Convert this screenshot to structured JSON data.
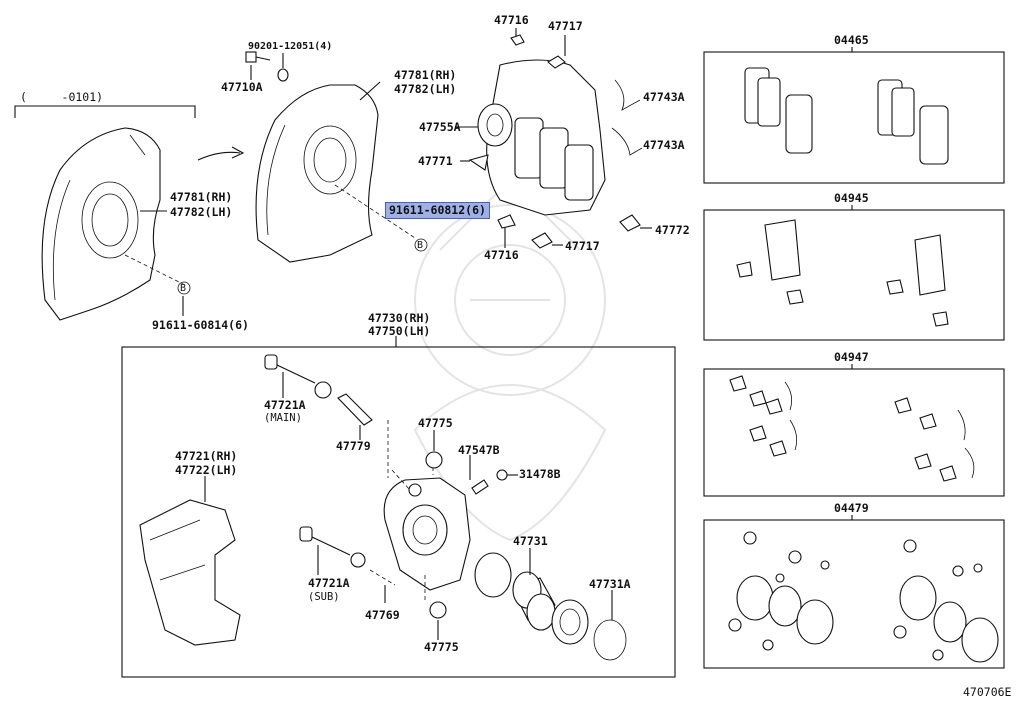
{
  "diagram_code": "470706E",
  "labels": {
    "date_range": "(     -0101)",
    "p90201": "90201-12051(4)",
    "p47710A": "47710A",
    "p47781_top": "47781(RH)",
    "p47782_top": "47782(LH)",
    "p47781_left": "47781(RH)",
    "p47782_left": "47782(LH)",
    "p91611_60812": "91611-60812(6)",
    "p91611_60814": "91611-60814(6)",
    "b_marker_1": "B",
    "b_marker_2": "B",
    "p47716_top": "47716",
    "p47717_top": "47717",
    "p47755A": "47755A",
    "p47771": "47771",
    "p47743A_1": "47743A",
    "p47743A_2": "47743A",
    "p47716_bot": "47716",
    "p47717_bot": "47717",
    "p47772": "47772",
    "p47730": "47730(RH)",
    "p47750": "47750(LH)",
    "p47721A_main": "47721A",
    "main_note": "(MAIN)",
    "p47779": "47779",
    "p47775_top": "47775",
    "p47547B": "47547B",
    "p31478B": "31478B",
    "p47721": "47721(RH)",
    "p47722": "47722(LH)",
    "p47721A_sub": "47721A",
    "sub_note": "(SUB)",
    "p47769": "47769",
    "p47775_bot": "47775",
    "p47731": "47731",
    "p47731A": "47731A",
    "kit_04465": "04465",
    "kit_04945": "04945",
    "kit_04947": "04947",
    "kit_04479": "04479"
  }
}
